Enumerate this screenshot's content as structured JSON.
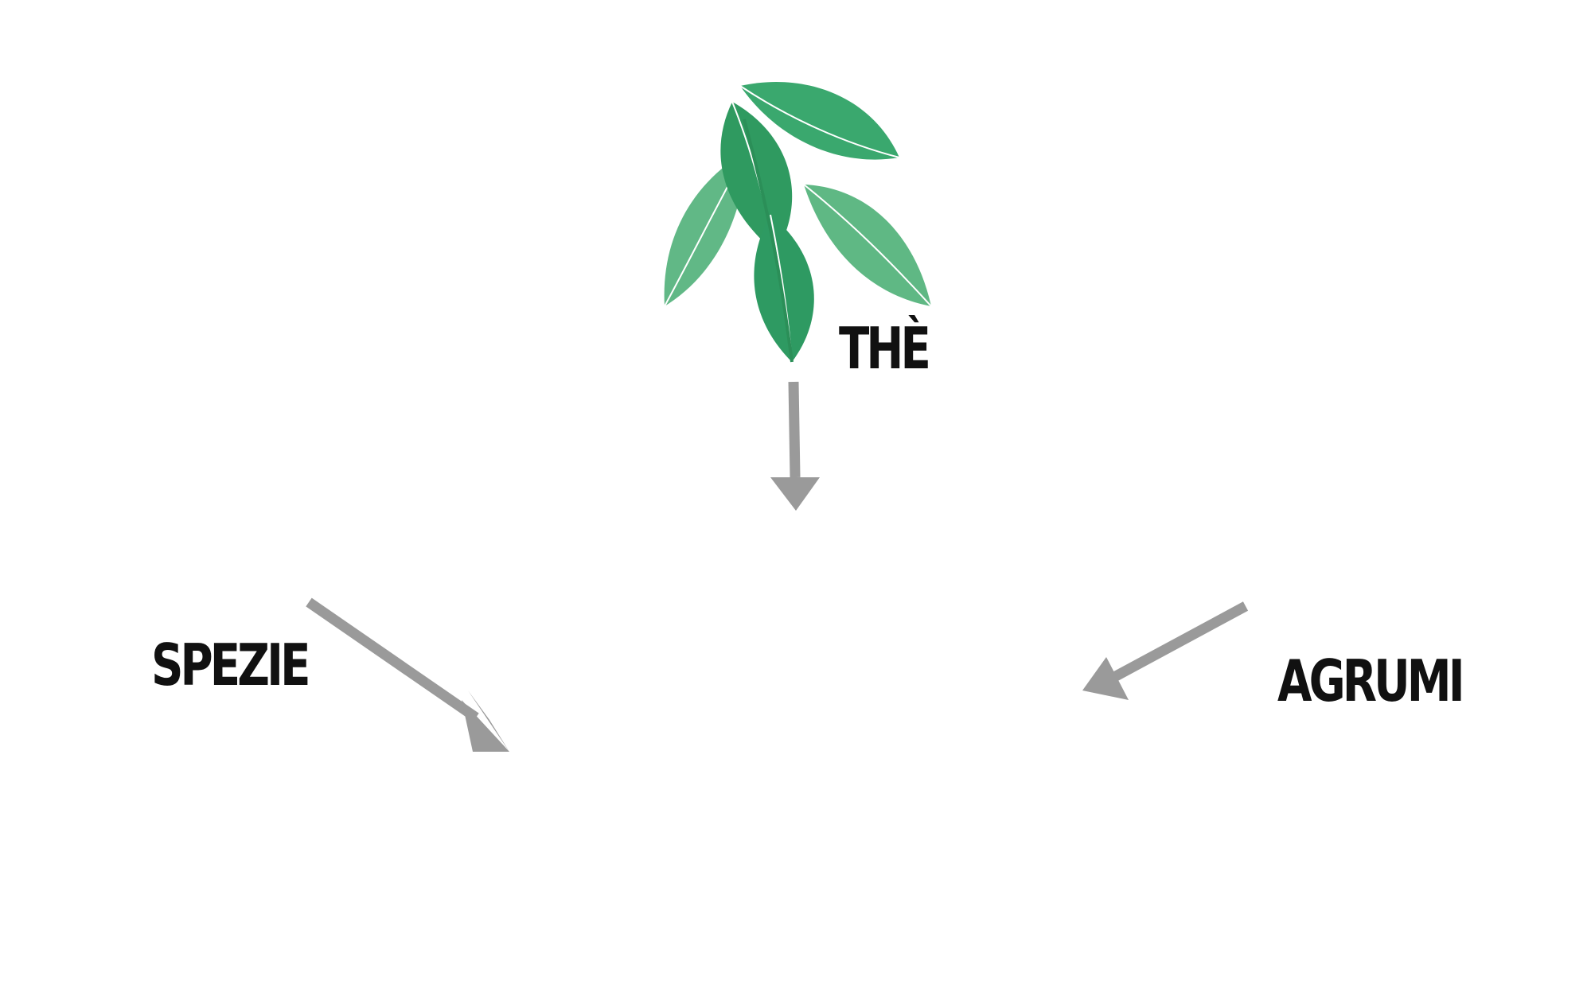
{
  "labels": {
    "the": "THÈ",
    "spezie": "SPEZIE",
    "agrumi": "AGRUMI"
  },
  "icons": {
    "tea": "tea-leaves-icon",
    "spices": "spices-icon",
    "citrus": "citrus-fruit-icon",
    "greenhouse": "greenhouse-icon"
  },
  "colors": {
    "arrow": "#9a9a9a",
    "leaf_dark": "#2e9a62",
    "leaf_light": "#7fd09a",
    "cinnamon": "#9a3a12",
    "cacao": "#7a3b14",
    "orange": "#ff9a0a",
    "lemon": "#ffcc00",
    "citrus_leaf": "#66d17a",
    "dome_fill": "#fffbd2",
    "dome_rim": "#fff07a",
    "plant": "#8fd43a",
    "ground": "#555555"
  }
}
